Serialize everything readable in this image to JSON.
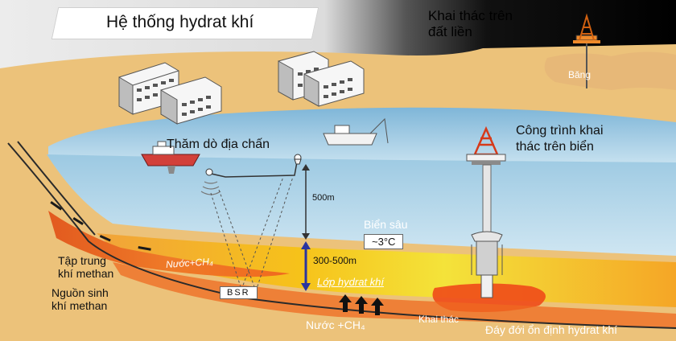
{
  "title": "Hệ thống hydrat khí",
  "onshore": {
    "line1": "Khai thác trên",
    "line2": "đất liền"
  },
  "ice_label": "Băng",
  "seismic_label": "Thăm dò địa chấn",
  "offshore": {
    "line1": "Công trình khai",
    "line2": "thác trên biển"
  },
  "depth_500": "500m",
  "deep_sea": "Biển sâu",
  "temperature": "~3°C",
  "depth_range": "300-500m",
  "hydrate_layer": "Lớp hydrat khí",
  "methan_concentration": {
    "line1": "Tập trung",
    "line2": "khí methan"
  },
  "methan_source": {
    "line1": "Nguồn sinh",
    "line2": "khí methan"
  },
  "water_methan_1": "Nước+CH₄",
  "bsr": "BSR",
  "water_methan_2": "Nước +CH₄",
  "extraction": "Khai thác",
  "stable_zone_bottom": "Đáy đới ổn định hydrat khí",
  "icons": [
    "office-building-icon",
    "survey-ship-icon",
    "fishing-boat-icon",
    "offshore-rig-icon",
    "onshore-rig-icon",
    "hydrophone-icon"
  ],
  "colors": {
    "sky": "#dcdcdc",
    "sea": "#cfe6f2",
    "sea_deep": "#9cc9e2",
    "seabed": "#e9b86a",
    "hydrate_layer": "#f5c218",
    "methan_zone": "#ef5a1e"
  }
}
